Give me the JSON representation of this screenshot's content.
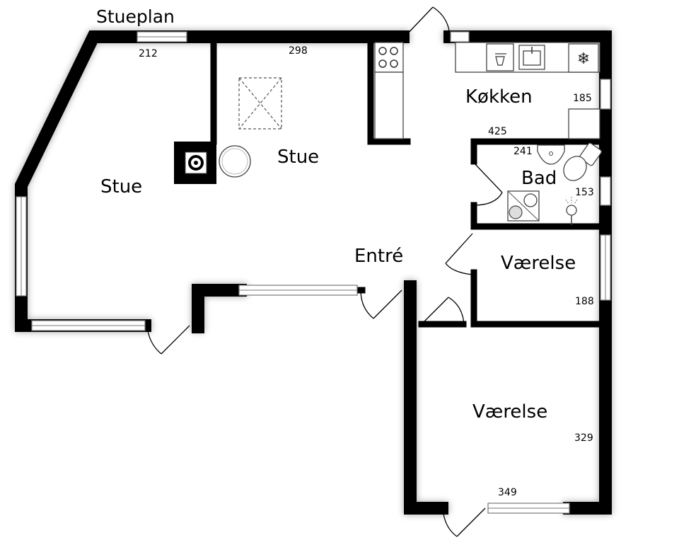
{
  "title": "Stueplan",
  "rooms": {
    "stue_left": "Stue",
    "stue_center": "Stue",
    "kokken": "Køkken",
    "bad": "Bad",
    "entre": "Entré",
    "vaerelse_small": "Værelse",
    "vaerelse_large": "Værelse"
  },
  "dimensions": {
    "d212": "212",
    "d298": "298",
    "d185": "185",
    "d425": "425",
    "d241": "241",
    "d153": "153",
    "d188": "188",
    "d329": "329",
    "d349": "349"
  },
  "colors": {
    "wall": "#000000",
    "background": "#ffffff"
  },
  "icons": [
    "fireplace-icon",
    "stove-icon",
    "sink-icon",
    "dishwasher-icon",
    "freezer-icon",
    "toilet-icon",
    "washbasin-icon",
    "shower-icon",
    "washer-icon",
    "dryer-icon",
    "skylight-icon",
    "round-table-icon"
  ]
}
